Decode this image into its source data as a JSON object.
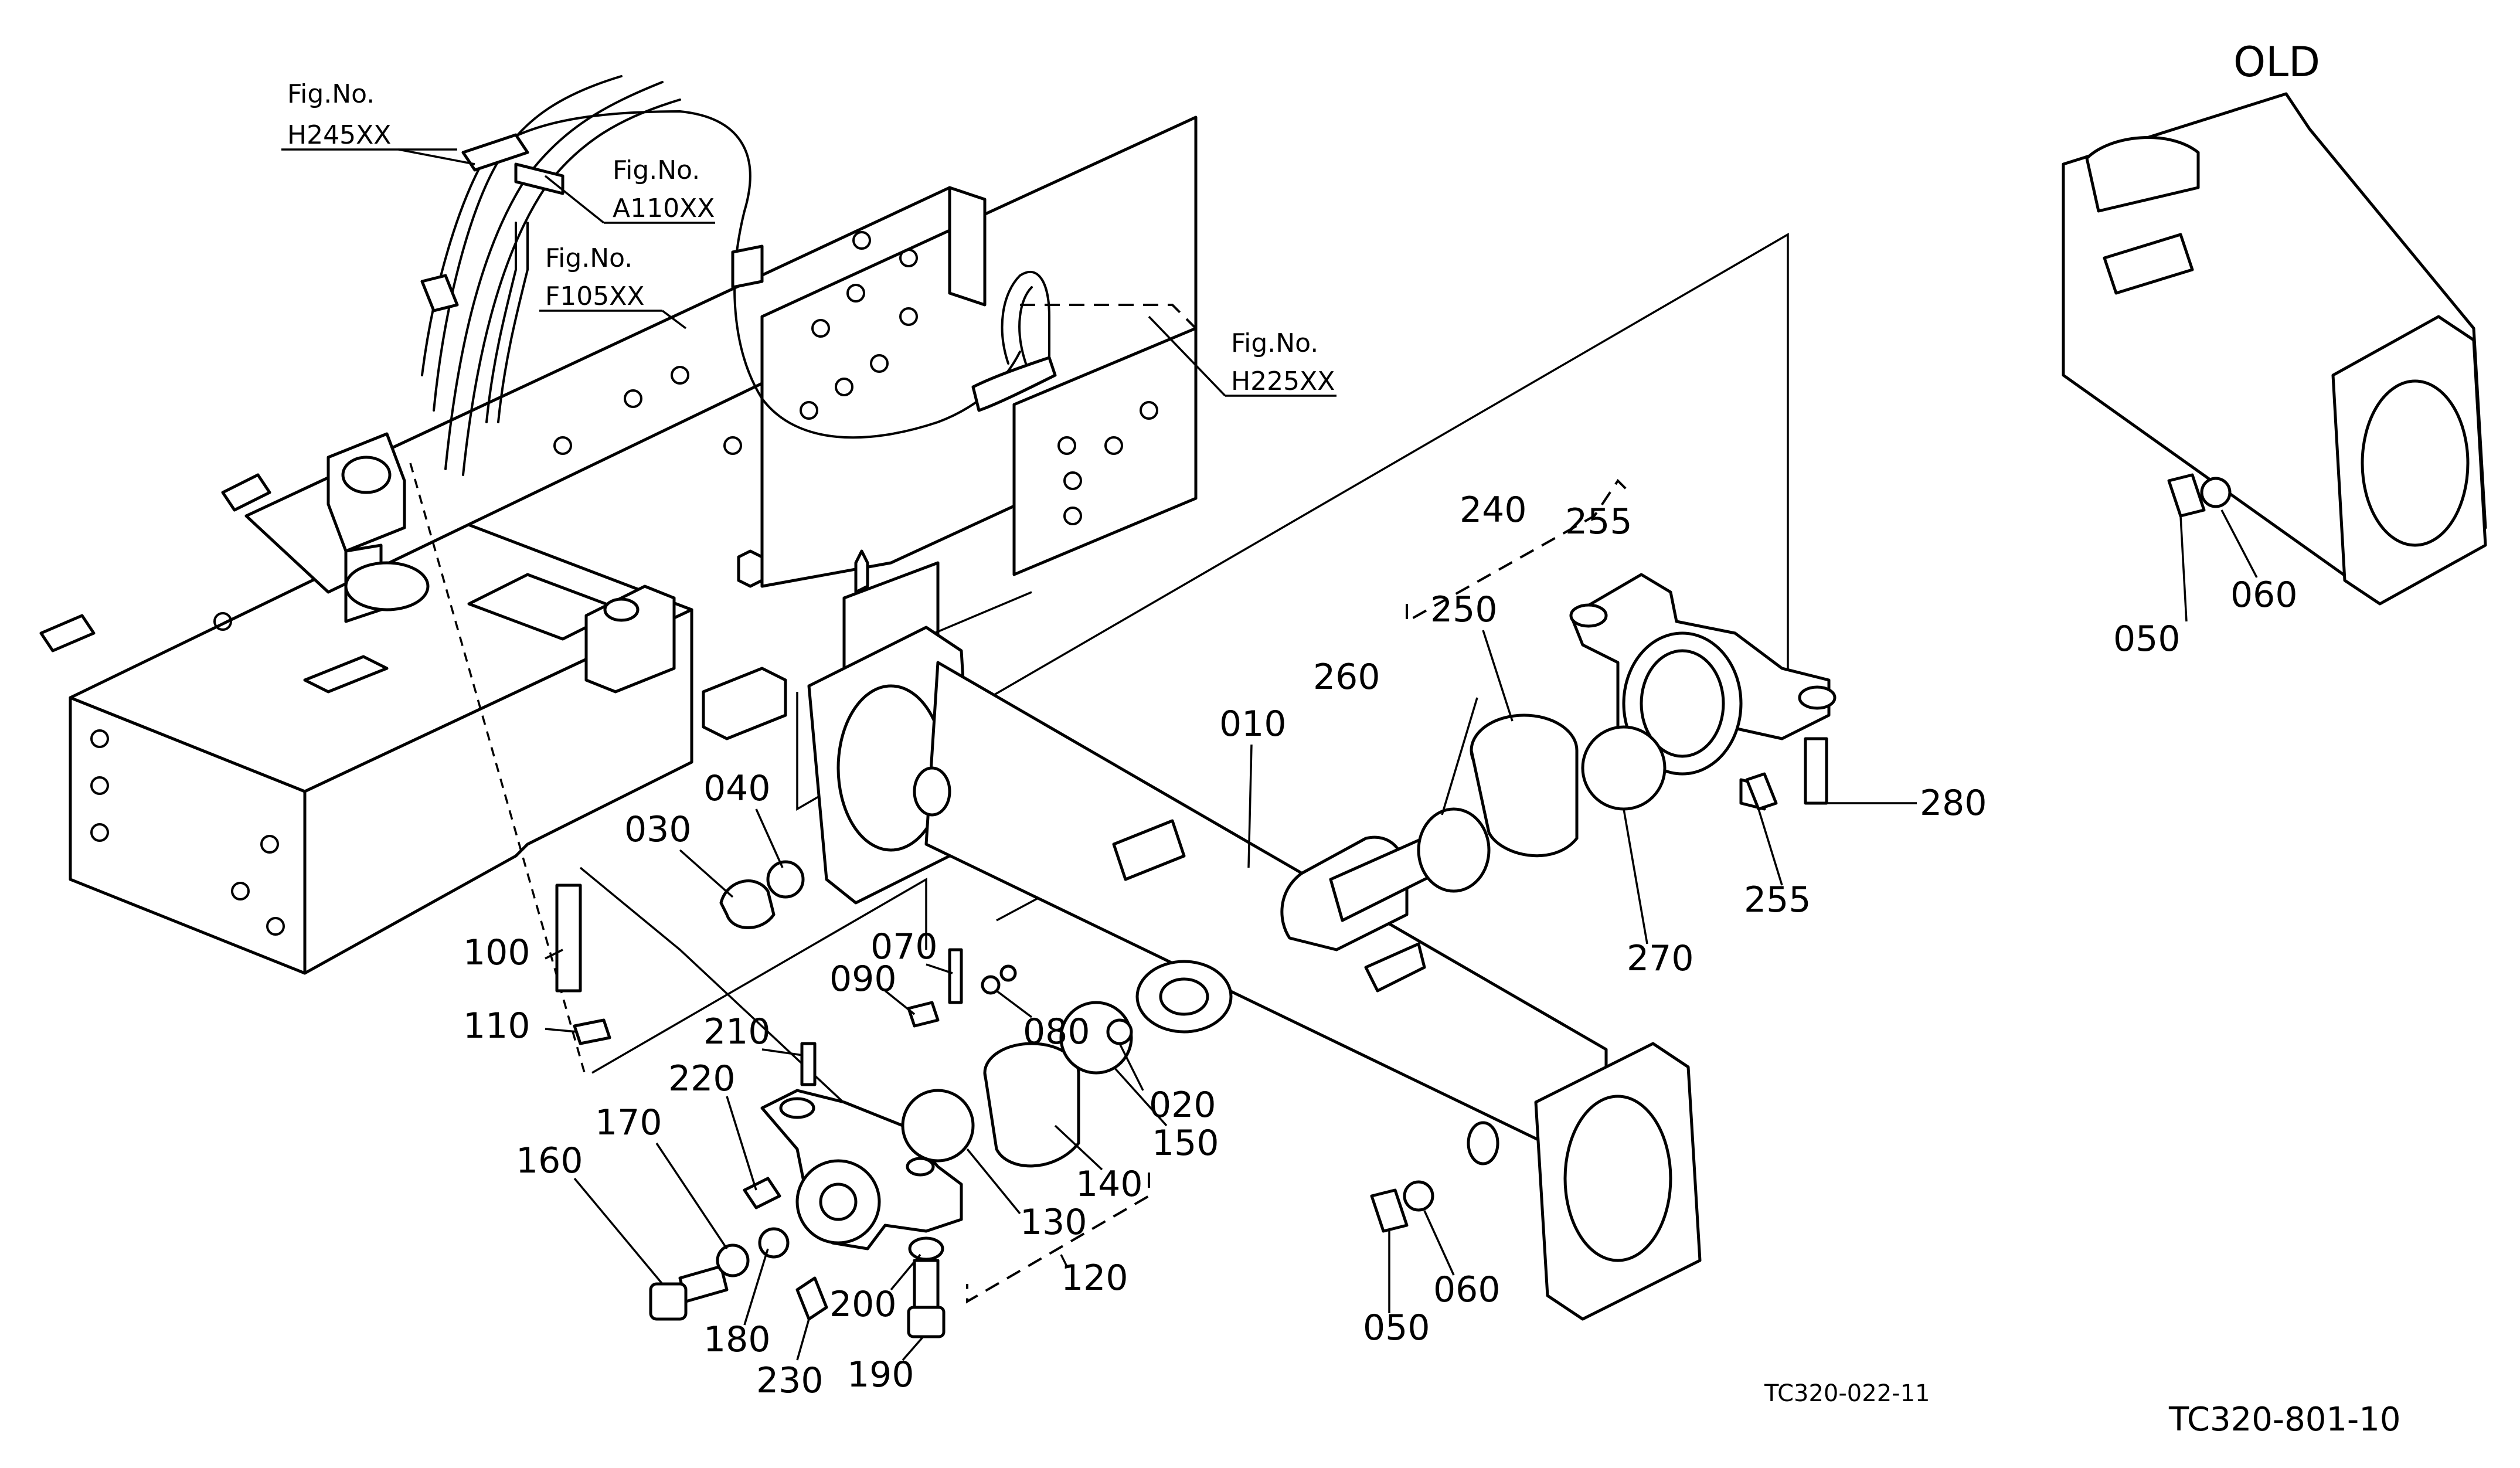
{
  "header": {
    "old_label": "OLD"
  },
  "figure_refs": [
    {
      "prefix": "Fig.No.",
      "code": "H245XX"
    },
    {
      "prefix": "Fig.No.",
      "code": "A110XX"
    },
    {
      "prefix": "Fig.No.",
      "code": "F105XX"
    },
    {
      "prefix": "Fig.No.",
      "code": "H225XX"
    }
  ],
  "part_labels": [
    "010",
    "020",
    "030",
    "040",
    "050",
    "060",
    "070",
    "080",
    "090",
    "100",
    "110",
    "120",
    "130",
    "140",
    "150",
    "160",
    "170",
    "180",
    "190",
    "200",
    "210",
    "220",
    "230",
    "240",
    "250",
    "255",
    "255",
    "260",
    "270",
    "280",
    "050",
    "060"
  ],
  "drawing_codes": {
    "sub_figure": "TC320-022-11",
    "main_figure": "TC320-801-10"
  }
}
